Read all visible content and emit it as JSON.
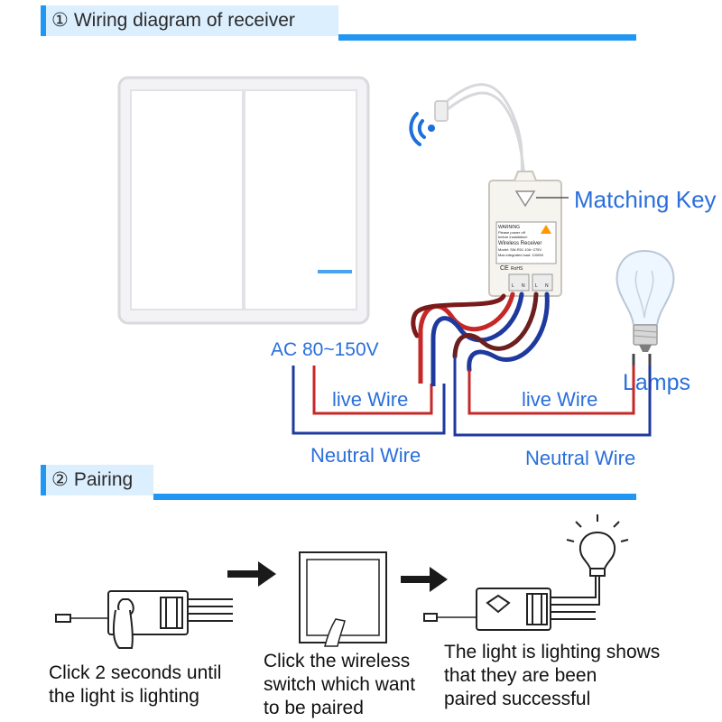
{
  "section1": {
    "number": "①",
    "title": "Wiring diagram of receiver"
  },
  "section2": {
    "number": "②",
    "title": "Pairing"
  },
  "receiver": {
    "warning": "WARNING",
    "lines": [
      "Please power off",
      "before installation!",
      "Wireless Receiver",
      "Model: SW-R01  10A~275V",
      "Max.integrated load: 1000W"
    ],
    "marks": [
      "CE",
      "RoHS"
    ],
    "terminals": [
      "L",
      "N",
      "L",
      "N"
    ]
  },
  "labels": {
    "matching_key": "Matching Key",
    "lamps": "Lamps",
    "ac": "AC 80~150V",
    "live_left": "live Wire",
    "live_right": "live Wire",
    "neutral_left": "Neutral Wire",
    "neutral_right": "Neutral Wire"
  },
  "colors": {
    "accent": "#2196f3",
    "label_blue": "#2a6fdb",
    "live_wire": "#c62828",
    "neutral_wire": "#1e3a9e"
  },
  "steps": [
    {
      "lines": [
        "Click 2 seconds until",
        "the light is lighting"
      ]
    },
    {
      "lines": [
        "Click the wireless",
        "switch which want",
        "to be paired"
      ]
    },
    {
      "lines": [
        "The light is lighting shows",
        "that they are been",
        "paired successful"
      ]
    }
  ]
}
